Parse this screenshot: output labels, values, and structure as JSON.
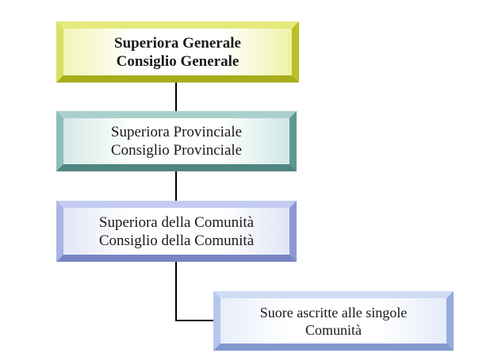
{
  "boxes": {
    "general": {
      "line1": "Superiora Generale",
      "line2": "Consiglio Generale"
    },
    "provincial": {
      "line1": "Superiora Provinciale",
      "line2": "Consiglio Provinciale"
    },
    "community": {
      "line1": "Superiora della Comunità",
      "line2": "Consiglio della Comunità"
    },
    "sisters": {
      "line1": "Suore ascritte alle singole",
      "line2": "Comunità"
    }
  },
  "colors": {
    "general": "#dadf63",
    "provincial": "#8cbdb8",
    "community": "#aab5e4",
    "sisters": "#b5c7ec",
    "connector": "#000000"
  }
}
